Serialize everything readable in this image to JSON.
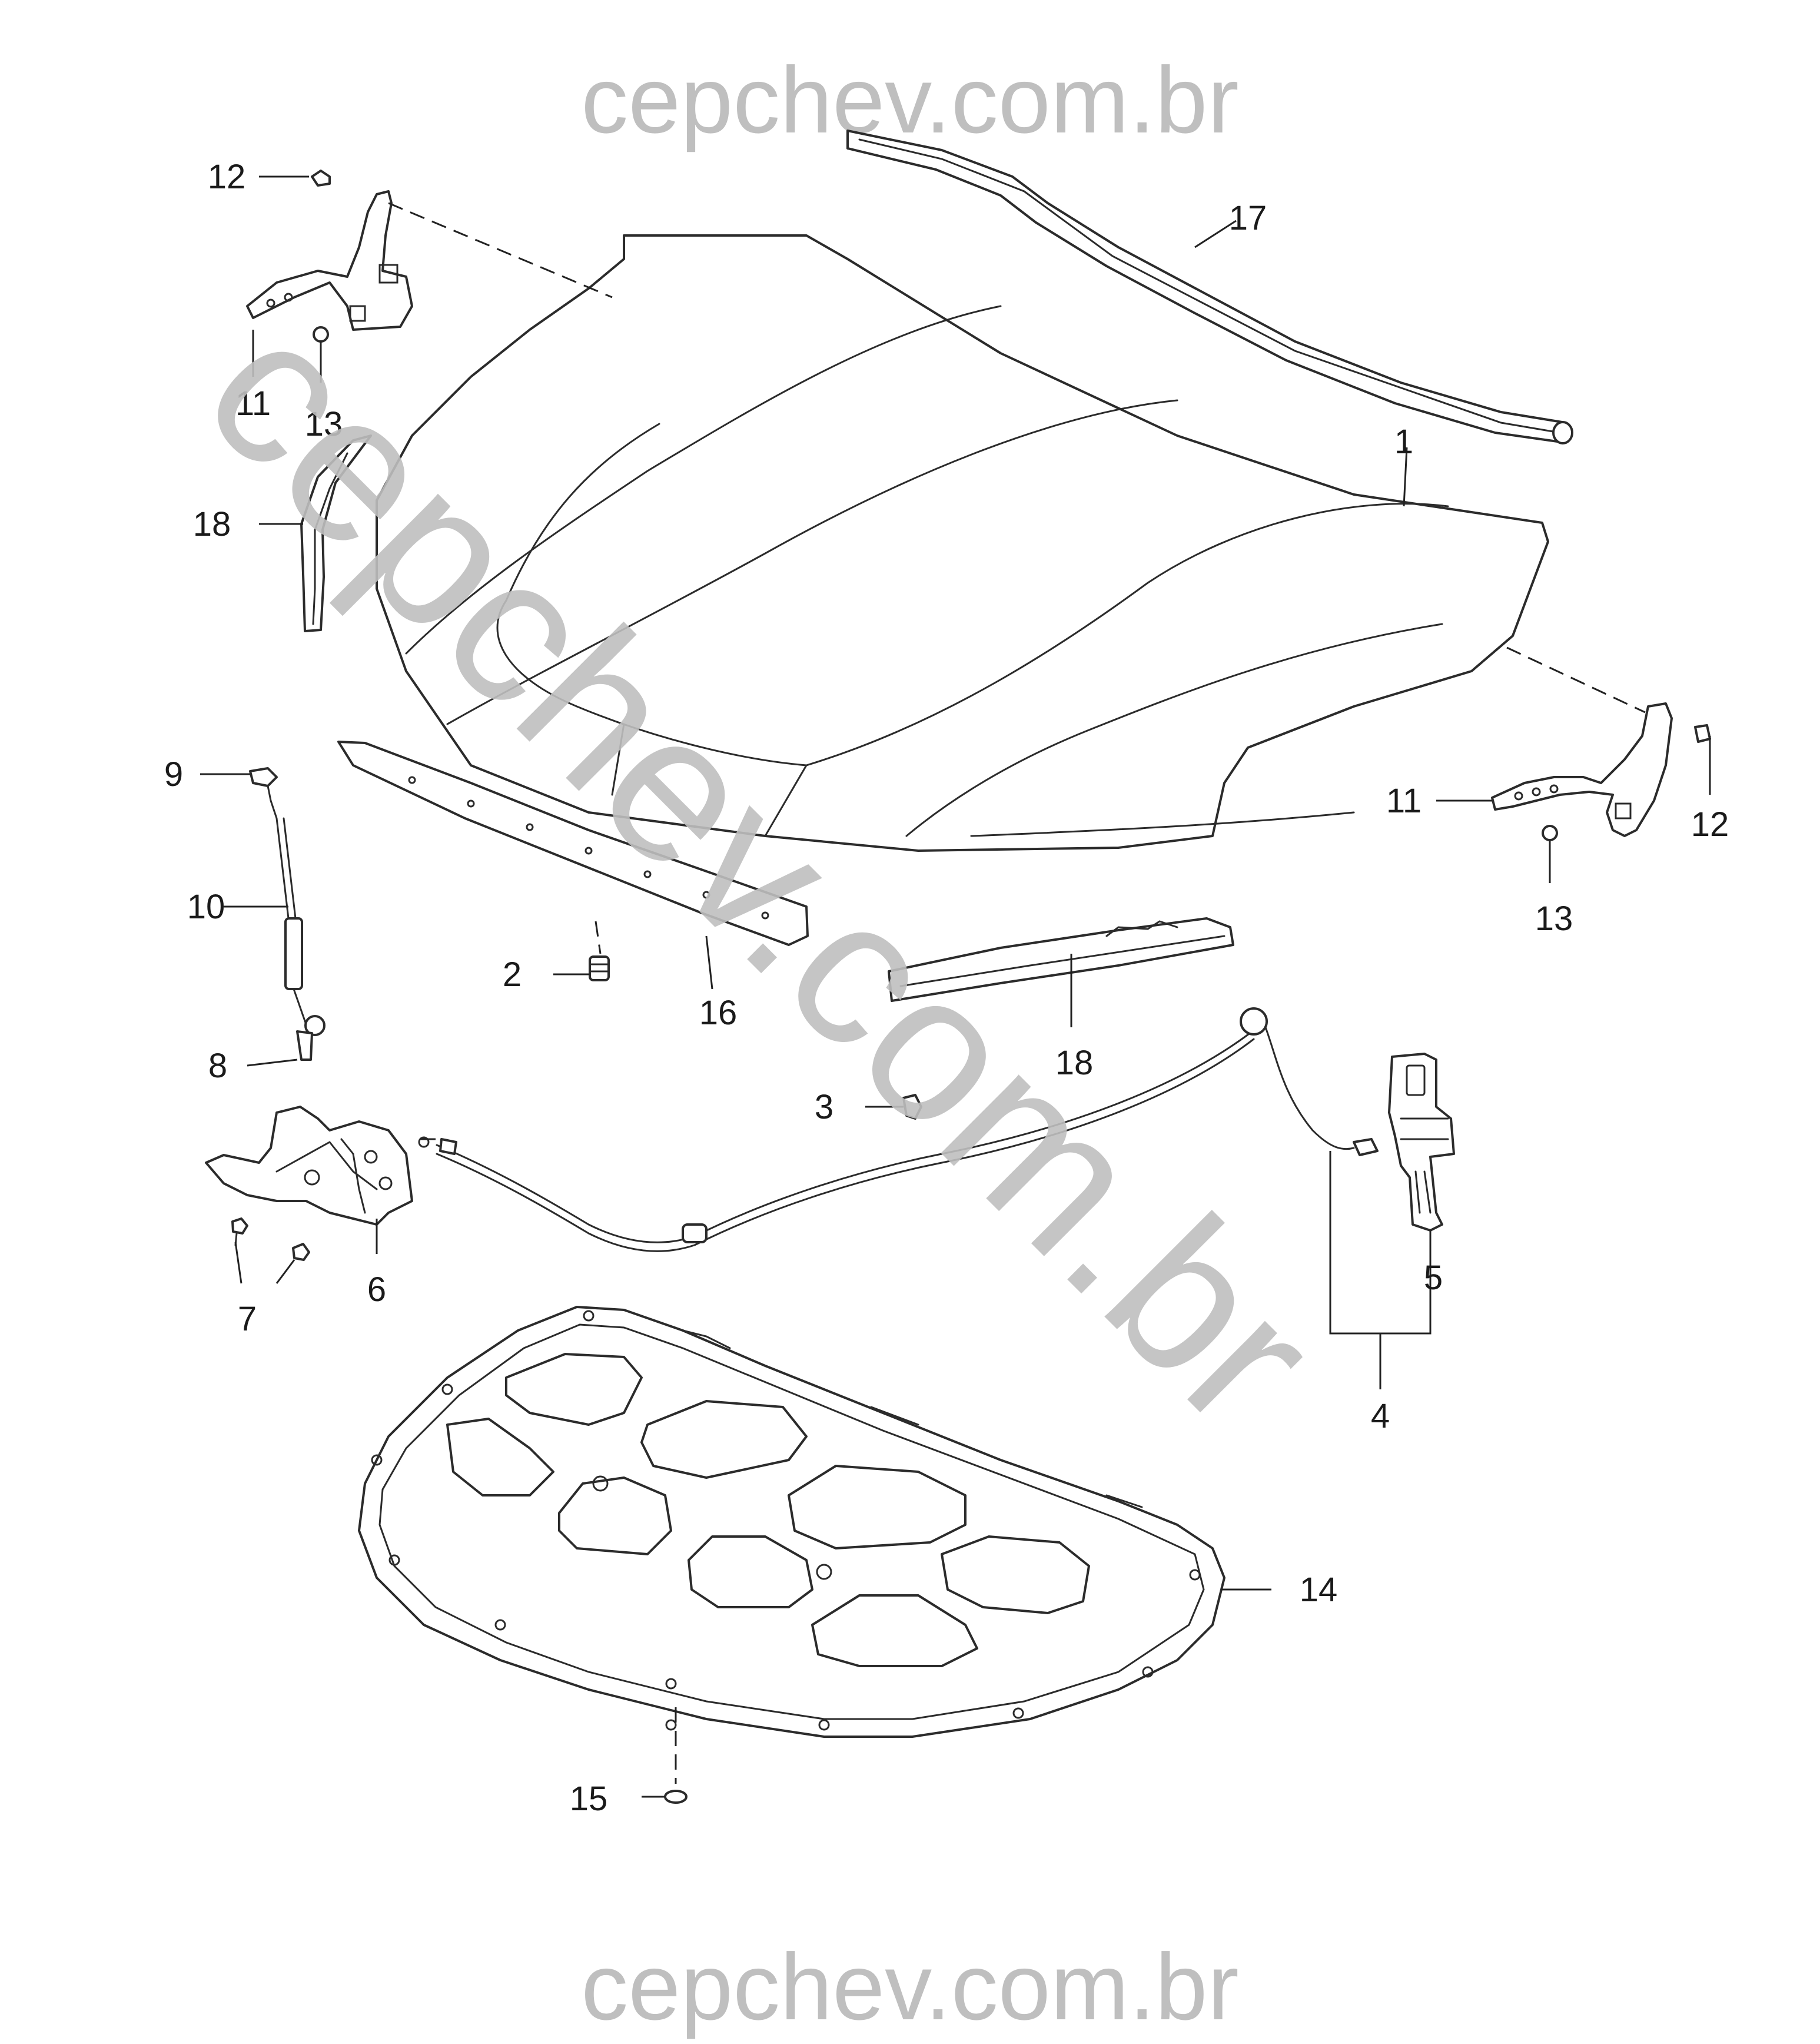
{
  "watermark": {
    "top": "cepchev.com.br",
    "bottom": "cepchev.com.br",
    "diagonal": "cepchev.com.br",
    "color": "#bfbfbf"
  },
  "callouts": {
    "c1": "1",
    "c2": "2",
    "c3": "3",
    "c4": "4",
    "c5": "5",
    "c6": "6",
    "c7": "7",
    "c8": "8",
    "c9": "9",
    "c10": "10",
    "c11_left": "11",
    "c11_right": "11",
    "c12_left": "12",
    "c12_right": "12",
    "c13_left": "13",
    "c13_right": "13",
    "c14": "14",
    "c15": "15",
    "c16": "16",
    "c17": "17",
    "c18_left": "18",
    "c18_center": "18"
  },
  "colors": {
    "line": "#2b2b2b",
    "background": "#ffffff"
  }
}
